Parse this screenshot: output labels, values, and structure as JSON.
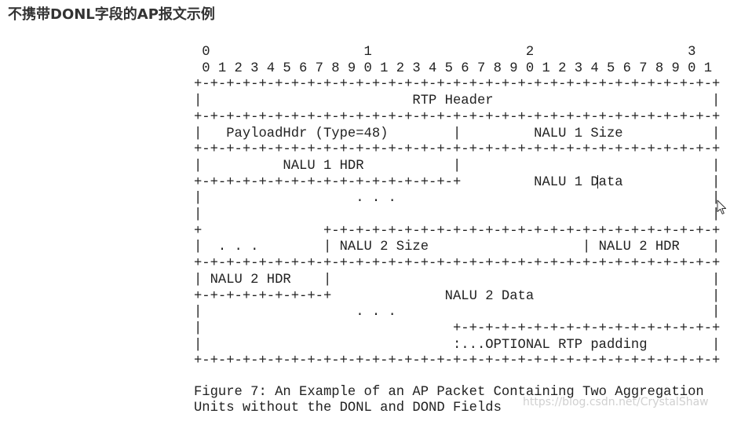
{
  "page_title": "不携带DONL字段的AP报文示例",
  "diagram": {
    "lines": [
      "    0                   1                   2                   3",
      "    0 1 2 3 4 5 6 7 8 9 0 1 2 3 4 5 6 7 8 9 0 1 2 3 4 5 6 7 8 9 0 1",
      "   +-+-+-+-+-+-+-+-+-+-+-+-+-+-+-+-+-+-+-+-+-+-+-+-+-+-+-+-+-+-+-+-+",
      "   |                          RTP Header                           |",
      "   +-+-+-+-+-+-+-+-+-+-+-+-+-+-+-+-+-+-+-+-+-+-+-+-+-+-+-+-+-+-+-+-+",
      "   |   PayloadHdr (Type=48)        |         NALU 1 Size           |",
      "   +-+-+-+-+-+-+-+-+-+-+-+-+-+-+-+-+-+-+-+-+-+-+-+-+-+-+-+-+-+-+-+-+",
      "   |          NALU 1 HDR           |                               |",
      "   +-+-+-+-+-+-+-+-+-+-+-+-+-+-+-+-+         NALU 1 Data           |",
      "   |                   . . .                                       |",
      "   |                                                               |",
      "   +               +-+-+-+-+-+-+-+-+-+-+-+-+-+-+-+-+-+-+-+-+-+-+-+-+",
      "   |  . . .        | NALU 2 Size                   | NALU 2 HDR    |",
      "   +-+-+-+-+-+-+-+-+-+-+-+-+-+-+-+-+-+-+-+-+-+-+-+-+-+-+-+-+-+-+-+-+",
      "   | NALU 2 HDR    |                                               |",
      "   +-+-+-+-+-+-+-+-+              NALU 2 Data                      |",
      "   |                   . . .                                       |",
      "   |                               +-+-+-+-+-+-+-+-+-+-+-+-+-+-+-+-+",
      "   |                               :...OPTIONAL RTP padding        |",
      "   +-+-+-+-+-+-+-+-+-+-+-+-+-+-+-+-+-+-+-+-+-+-+-+-+-+-+-+-+-+-+-+-+"
    ],
    "caption_lines": [
      "   Figure 7: An Example of an AP Packet Containing Two Aggregation",
      "   Units without the DONL and DOND Fields"
    ]
  },
  "watermark": "https://blog.csdn.net/CrystalShaw",
  "icons": {
    "text_cursor": "text-caret-icon",
    "mouse_pointer": "mouse-pointer-icon"
  }
}
